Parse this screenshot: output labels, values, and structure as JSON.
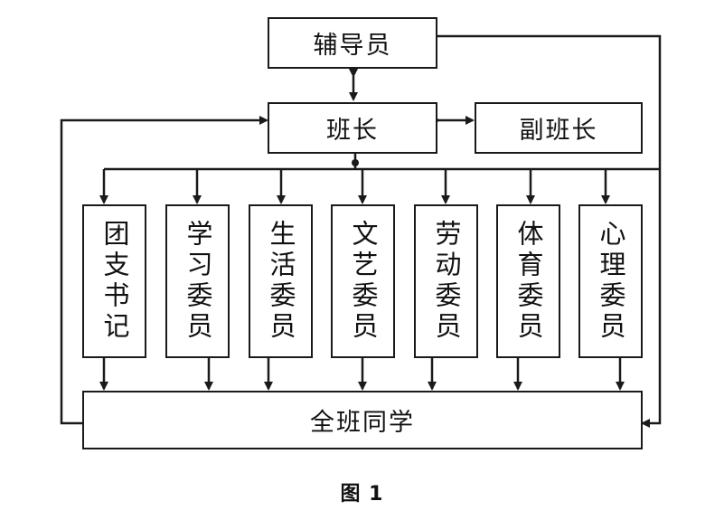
{
  "diagram": {
    "counselor": "辅导员",
    "monitor": "班长",
    "vice_monitor": "副班长",
    "committee": [
      "团支书记",
      "学习委员",
      "生活委员",
      "文艺委员",
      "劳动委员",
      "体育委员",
      "心理委员"
    ],
    "all_students": "全班同学"
  },
  "caption": "图 1"
}
